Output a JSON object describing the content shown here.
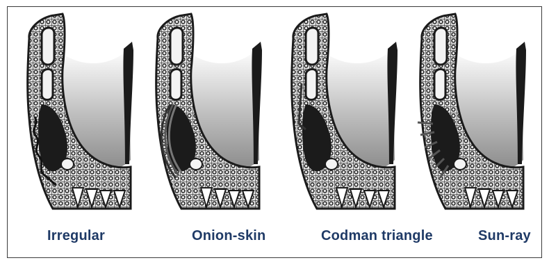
{
  "panels": [
    {
      "id": "irregular",
      "label": "Irregular"
    },
    {
      "id": "onion-skin",
      "label": "Onion-skin"
    },
    {
      "id": "codman-triangle",
      "label": "Codman triangle"
    },
    {
      "id": "sun-ray",
      "label": "Sun-ray"
    }
  ],
  "colors": {
    "label": "#1f3a66",
    "bone": "#1b1b1b",
    "frame": "#3a3a3a"
  }
}
